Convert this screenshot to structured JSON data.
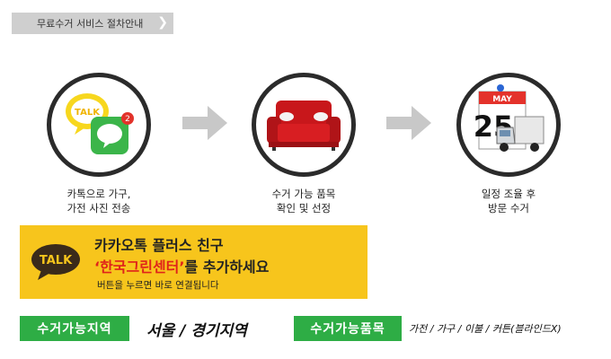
{
  "header": {
    "title": "무료수거 서비스 절차안내",
    "chevron_icon": "chevron-right-icon"
  },
  "steps": [
    {
      "icon": "kakaotalk-chat-icon",
      "badge": "2",
      "logo_text": "TALK",
      "caption_line1": "카톡으로 가구,",
      "caption_line2": "가전 사진 전송"
    },
    {
      "icon": "red-sofa-icon",
      "caption_line1": "수거 가능 품목",
      "caption_line2": "확인 및 선정"
    },
    {
      "icon": "calendar-truck-icon",
      "calendar_month": "MAY",
      "calendar_day": "25",
      "caption_line1": "일정 조율 후",
      "caption_line2": "방문 수거"
    }
  ],
  "promo": {
    "logo_text": "TALK",
    "line1": "카카오톡 플러스 친구",
    "line2_highlight": "‘한국그린센터’",
    "line2_rest": "를 추가하세요",
    "line3": "버튼을 누르면 바로 연결됩니다"
  },
  "region": {
    "label": "수거가능지역",
    "value": "서울 / 경기지역"
  },
  "items": {
    "label": "수거가능품목",
    "value": "가전 / 가구 / 이불 / 커튼(블라인드X)"
  },
  "colors": {
    "green": "#2ead45",
    "yellow": "#f7c51c",
    "red": "#e0231a",
    "arrow": "#c8c8c8"
  }
}
